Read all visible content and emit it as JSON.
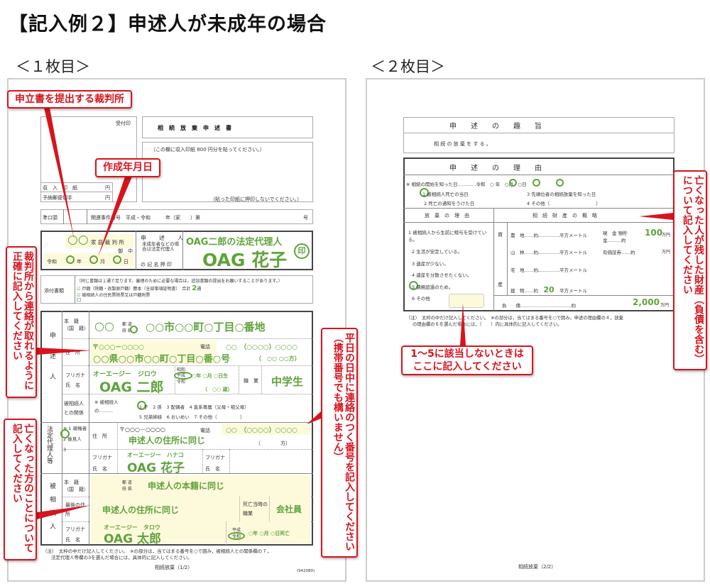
{
  "title": "【記入例２】申述人が未成年の場合",
  "page1_label": "＜１枚目＞",
  "page2_label": "＜２枚目＞",
  "colors": {
    "green": "#5fa33c",
    "red": "#d7141e",
    "highlight": "#fdfadc"
  },
  "p1": {
    "uketsuke": "受付印",
    "form_title": "相　続　放　棄　申　述　書",
    "stamp_note": "（この欄に収入印紙 800 円分を貼ってください。）",
    "stamp_note2": "（貼った印紙に押印しないでください。）",
    "shunyu": "収　入　印　紙",
    "yuubin": "予納郵便切手",
    "yen": "円",
    "junkoto": "準口頭",
    "kanren": "関連事件番号　平成・令和　　　年（家　　）第",
    "go": "号",
    "court": "○○",
    "court_suffix": "家 庭 裁 判 所",
    "onchu": "御　中",
    "reiwa": "令和",
    "nen": "年",
    "tsuki": "月",
    "hi": "日",
    "applicant_label": "申　述　人",
    "applicant_sub": "未成年者などの場合は法定代理人",
    "kimei": "の 記 名 押 印",
    "rep_of": "OAG二郎の法定代理人",
    "rep_name": "OAG 花子",
    "seal": "印",
    "tenpu": "添付書類",
    "tenpu_note": "（同じ書類は１通で足ります。審理のために必要な場合は，追加書類の提出をお願いすることがあります。）",
    "tenpu1": "戸籍（除籍・改製原戸籍）謄本（全部事項証明書）　合計",
    "tenpu_count": "2",
    "tsu": "通",
    "tenpu2": "被相続人の住民票除票又は戸籍附票",
    "g_applicant": "申述人",
    "g_rep": "法定代理人等",
    "g_dec": "被相続人",
    "honseki": "本　籍（国　籍）",
    "jusho": "住　所",
    "furigana": "フリガナ",
    "shimei": "氏　名",
    "kankei": "被相続人との関係",
    "todofuken": "都 道 府 県",
    "a_pref": "○○",
    "a_honseki": "○○市○○町○丁目○番地",
    "a_zip": "〒○○○－○○○○",
    "denwa": "電話",
    "a_tel": "○○　（○○○○）○○○○",
    "a_addr": "○○県○○市○○町○丁目○番○号",
    "a_kata": "（　○○ ○○方）",
    "a_kana": "オーエージー　ジロウ",
    "a_name": "OAG 二郎",
    "era": "昭和 平成 令和",
    "a_birth": "○年 ○月 ○日生",
    "a_age": "（　○○ 歳）",
    "shokugyo": "職　業",
    "a_job": "中学生",
    "rel_prefix": "※ 被相続人の………",
    "rel1": "1 子　2 孫　3 配偶者　4 直系尊属（父母・祖父母）",
    "rel2": "5 兄弟姉妹　6 おいめい　7 その他（　　　　　）",
    "rep_opts": "※ 1 親権者　2 後見人　3",
    "r_zip": "〒○○○－○○○○",
    "r_tel": "○○　（○○○○）○○○○",
    "r_addr": "申述人の住所に同じ",
    "r_kata": "（　　　　方）",
    "r_kana": "オーエージー　ハナコ",
    "r_name": "OAG 花子",
    "d_honseki": "申述人の本籍に同じ",
    "saigo": "最後の住所",
    "d_addr": "申述人の住所に同じ",
    "shibo": "死亡当時の職業",
    "d_job": "会社員",
    "d_kana": "オーエージー　タロウ",
    "d_name": "OAG 太郎",
    "d_era": "平成 令和",
    "d_death": "○年 ○月 ○日死亡",
    "note": "（注）　太枠の中だけ記入してください。　※の部分は，当てはまる番号を○で囲み，被相続人との関係欄の７，",
    "note2": "法定代理人等欄の3を選んだ場合には，具体的に記入してください。",
    "footer": "相続放棄（1/2）",
    "code": "(942080)"
  },
  "p2": {
    "shushi": "申　　述　　の　　趣　　旨",
    "shushi_text": "相 続 の 放 棄 を す る 。",
    "riyu": "申　　述　　の　　理　　由",
    "start": "※ 相続の開始を知った日…………令和　○ 年　○月　○日",
    "s1": "1 被相続人死亡の当日",
    "s2": "2 死亡の通知をうけた日",
    "s3": "3 先順位者の相続放棄を知った日",
    "s4": "4 その他（　　　　　　　　　　）",
    "houki_head": "放　棄　の　理　由",
    "zaisan_head": "相　続　財　産　の　概　略",
    "r1": "1 被相続人から生前に贈与を受けている。",
    "r2": "2 生活が安定している。",
    "r3": "3 遺産が少ない。",
    "r4": "4 遺産を分散させたくない。",
    "r5": "5 債務超過のため。",
    "r6": "6 その他",
    "shi": "資",
    "san": "産",
    "nochi": "農　地……約",
    "sanrin": "山　林……約",
    "takuchi": "宅　地……約",
    "tatemono": "建　物……約",
    "heiho": "平方メートル",
    "tatemono_val": "20",
    "genkin": "現　金 預貯金………約",
    "genkin_val": "100",
    "yuka": "有価証券……約",
    "manen": "万円",
    "fusai": "負　　債……………………………約",
    "fusai_val": "2,000",
    "note": "（注）　太枠の中だけ記入してください。　※の部分は，当てはまる番号を○で囲み，申述の理由欄の４，放棄",
    "note2": "の理由欄の６を選んだ場合には，（　　）内に具体的に記入してください。",
    "footer": "相続放棄（2/2）"
  },
  "callouts": {
    "court": "申立書を提出する裁判所",
    "date": "作成年月日",
    "contact": "裁判所から連絡が取れるように正確に記入してください",
    "deceased": "亡くなった方のことについて記入してください",
    "phone": "平日の日中に連絡のつく番号を記入してください（携帯番号でも構いません）",
    "other": "1〜5に該当しないときは\nここに記入してください",
    "assets": "亡くなった人が残した財産（負債を含む）について記入してください"
  }
}
